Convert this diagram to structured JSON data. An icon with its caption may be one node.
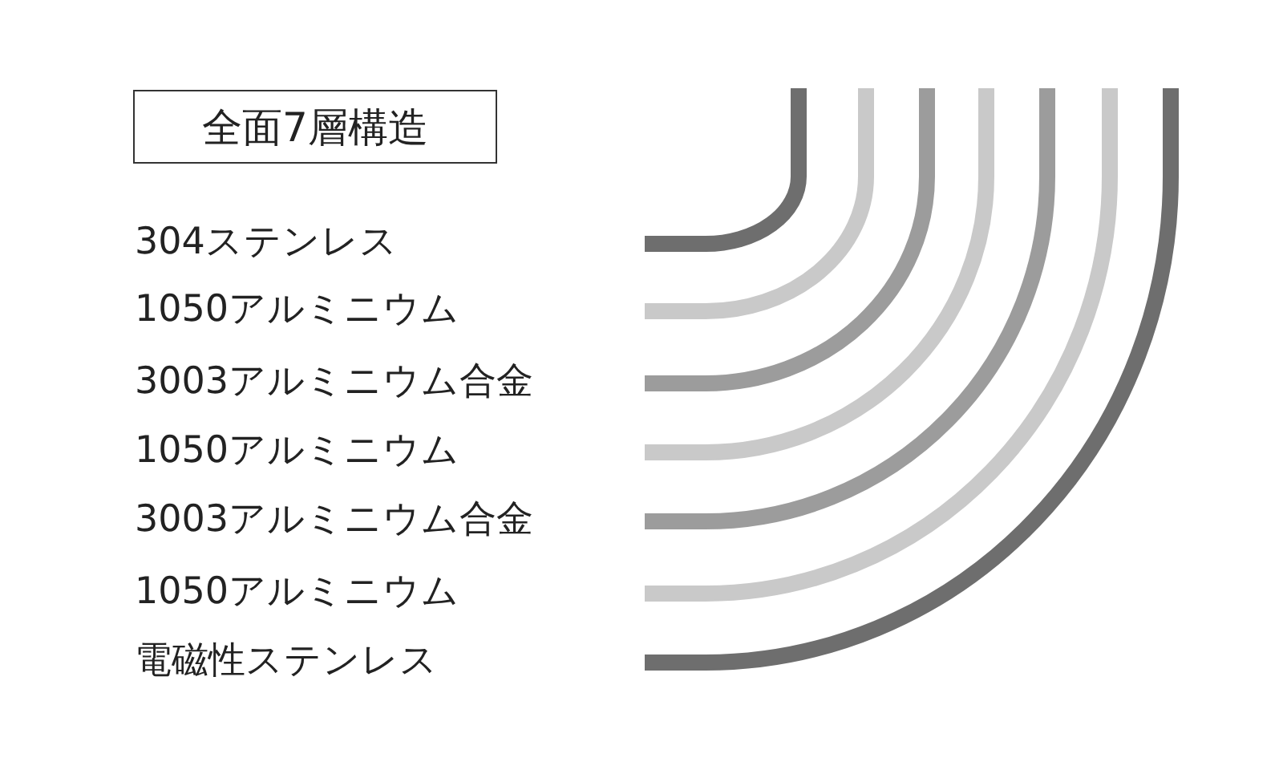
{
  "diagram": {
    "nodes": [
      {
        "text": [
          "全面7層構造"
        ]
      }
    ],
    "labels": [
      "304ステンレス",
      "1050アルミニウム",
      "3003アルミニウム合金",
      "1050アルミニウム",
      "3003アルミニウム合金",
      "1050アルミニウム",
      "電磁性ステンレス"
    ]
  }
}
